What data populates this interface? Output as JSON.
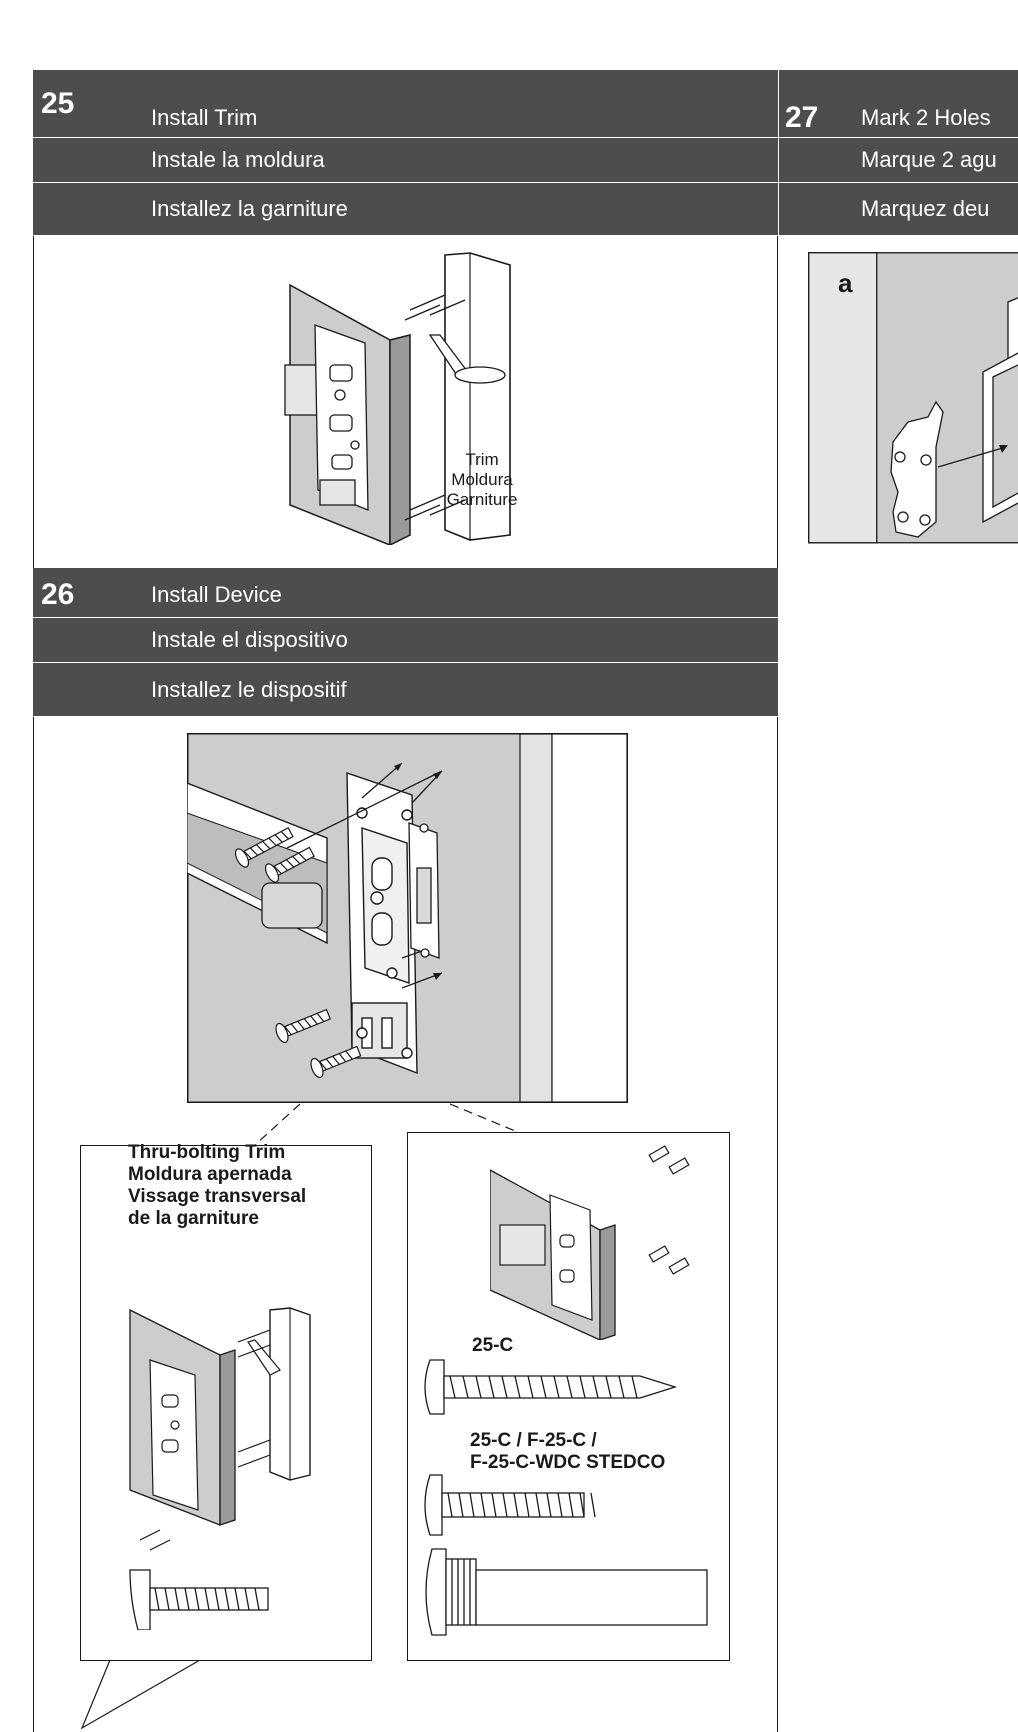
{
  "steps": {
    "s25": {
      "number": "25",
      "title_en": "Install Trim",
      "title_es": "Instale la moldura",
      "title_fr": "Installez la garniture",
      "callout": {
        "en": "Trim",
        "es": "Moldura",
        "fr": "Garniture"
      }
    },
    "s26": {
      "number": "26",
      "title_en": "Install Device",
      "title_es": "Instale el dispositivo",
      "title_fr": "Installez le dispositif",
      "thru": {
        "line1": "Thru-bolting Trim",
        "line2": "Moldura apernada",
        "line3": "Vissage transversal",
        "line4": "de la garniture"
      },
      "screw_label_1": "25-C",
      "screw_label_2a": "25-C / F-25-C /",
      "screw_label_2b": "F-25-C-WDC STEDCO"
    },
    "s27": {
      "number": "27",
      "title_en": "Mark 2 Holes",
      "title_es": "Marque 2 agu",
      "title_fr": "Marquez deu",
      "sub_a": "a"
    }
  },
  "colors": {
    "header_bg": "#4d4d4d",
    "panel_gray": "#cdcdcd",
    "line": "#1a1a1a"
  }
}
